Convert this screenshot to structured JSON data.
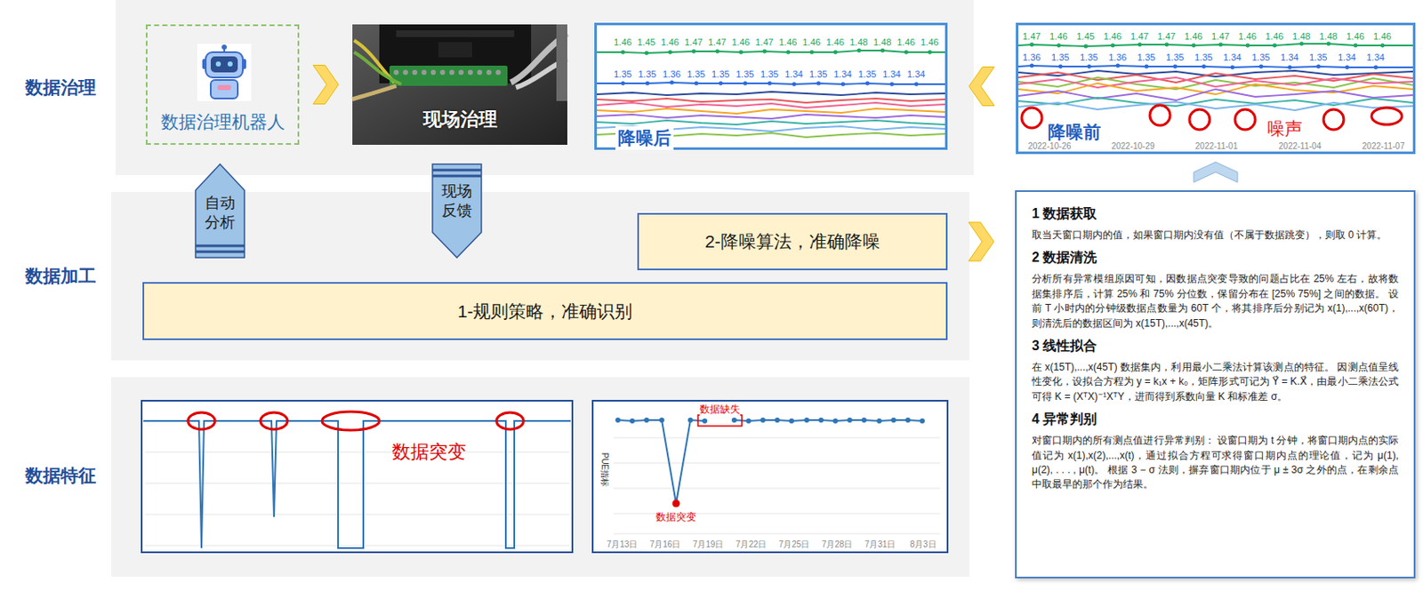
{
  "diagram": {
    "nodes": [
      {
        "text": [
          "数据治理"
        ]
      },
      {
        "text": [
          "数据治理机器人"
        ],
        "in": 0
      },
      {
        "text": [
          "现场治理"
        ],
        "in": 0
      },
      {
        "text": [
          "降噪后"
        ],
        "in": 0
      },
      {
        "text": [
          "降噪前",
          "噪声"
        ]
      },
      {
        "text": [
          "数据加工"
        ]
      },
      {
        "text": [
          "自动分析"
        ]
      },
      {
        "text": [
          "现场反馈"
        ]
      },
      {
        "text": [
          "2-降噪算法，准确降噪"
        ],
        "in": 5
      },
      {
        "text": [
          "1-规则策略，准确识别"
        ],
        "in": 5
      },
      {
        "text": [
          "数据特征"
        ]
      },
      {
        "text": [
          "数据突变"
        ],
        "in": 10
      },
      {
        "text": [
          "数据缺失",
          "数据突变",
          "PUE指标"
        ],
        "in": 10
      },
      {
        "text": [
          "1 数据获取",
          "取当天窗口期内的值，如果窗口期内没有值（不属于数据跳变），则取 0 计算。",
          "2 数据清洗",
          "分析所有异常模组原因可知，因数据点突变导致的问题占比在 25% 左右，故将数据集排序后，计算 25% 和 75% 分位数，保留分布在 [25% 75%] 之间的数据。 设前 T 小时内的分钟级数据点数量为 60T 个，将其排序后分别记为 x(1),...,x(60T)，则清洗后的数据区间为 x(15T),...,x(45T)。",
          "3 线性拟合",
          "在 x(15T),...,x(45T) 数据集内，利用最小二乘法计算该测点的特征。 因测点值呈线性变化，设拟合方程为 y = k₁x + k₀，矩阵形式可记为 Y⃗ = K.X⃗，由最小二乘法公式可得 K = (XᵀX)⁻¹XᵀY，进而得到系数向量 K 和标准差 σ。",
          "4 异常判别",
          "对窗口期内的所有测点值进行异常判别： 设窗口期为 t 分钟，将窗口期内点的实际值记为 x(1),x(2),...,x(t)，通过拟合方程可求得窗口期内点的理论值，记为 μ(1), μ(2), . . . , μ(t)。 根据 3 − σ 法则，摒弃窗口期内位于 μ ± 3σ 之外的点，在剩余点中取最早的那个作为结果。"
        ]
      }
    ],
    "edges": [
      {
        "from": 1,
        "to": 2,
        "arrow": "to"
      },
      {
        "from": 4,
        "to": 3,
        "arrow": "to"
      },
      {
        "from": 8,
        "to": 13,
        "arrow": "to"
      },
      {
        "from": 13,
        "to": 4,
        "arrow": "to"
      }
    ],
    "labels": [
      "1.46",
      "1.45",
      "1.46",
      "1.47",
      "1.47",
      "1.46",
      "1.47",
      "1.46",
      "1.46",
      "1.46",
      "1.48",
      "1.48",
      "1.46",
      "1.46",
      "1.35",
      "1.35",
      "1.36",
      "1.35",
      "1.35",
      "1.35",
      "1.35",
      "1.34",
      "1.35",
      "1.34",
      "1.35",
      "1.34",
      "1.34",
      "1.47",
      "1.46",
      "1.45",
      "1.46",
      "1.47",
      "1.47",
      "1.46",
      "1.47",
      "1.46",
      "1.46",
      "1.48",
      "1.48",
      "1.46",
      "1.46",
      "1.36",
      "1.35",
      "1.35",
      "1.36",
      "1.35",
      "1.35",
      "1.35",
      "1.34",
      "1.35",
      "1.34",
      "1.35",
      "1.34",
      "1.34",
      "2022-10-26",
      "2022-10-29",
      "2022-11-01",
      "2022-11-04",
      "2022-11-07",
      "7月13日",
      "7月16日",
      "7月19日",
      "7月22日",
      "7月25日",
      "7月28日",
      "7月31日",
      "8月3日"
    ]
  }
}
